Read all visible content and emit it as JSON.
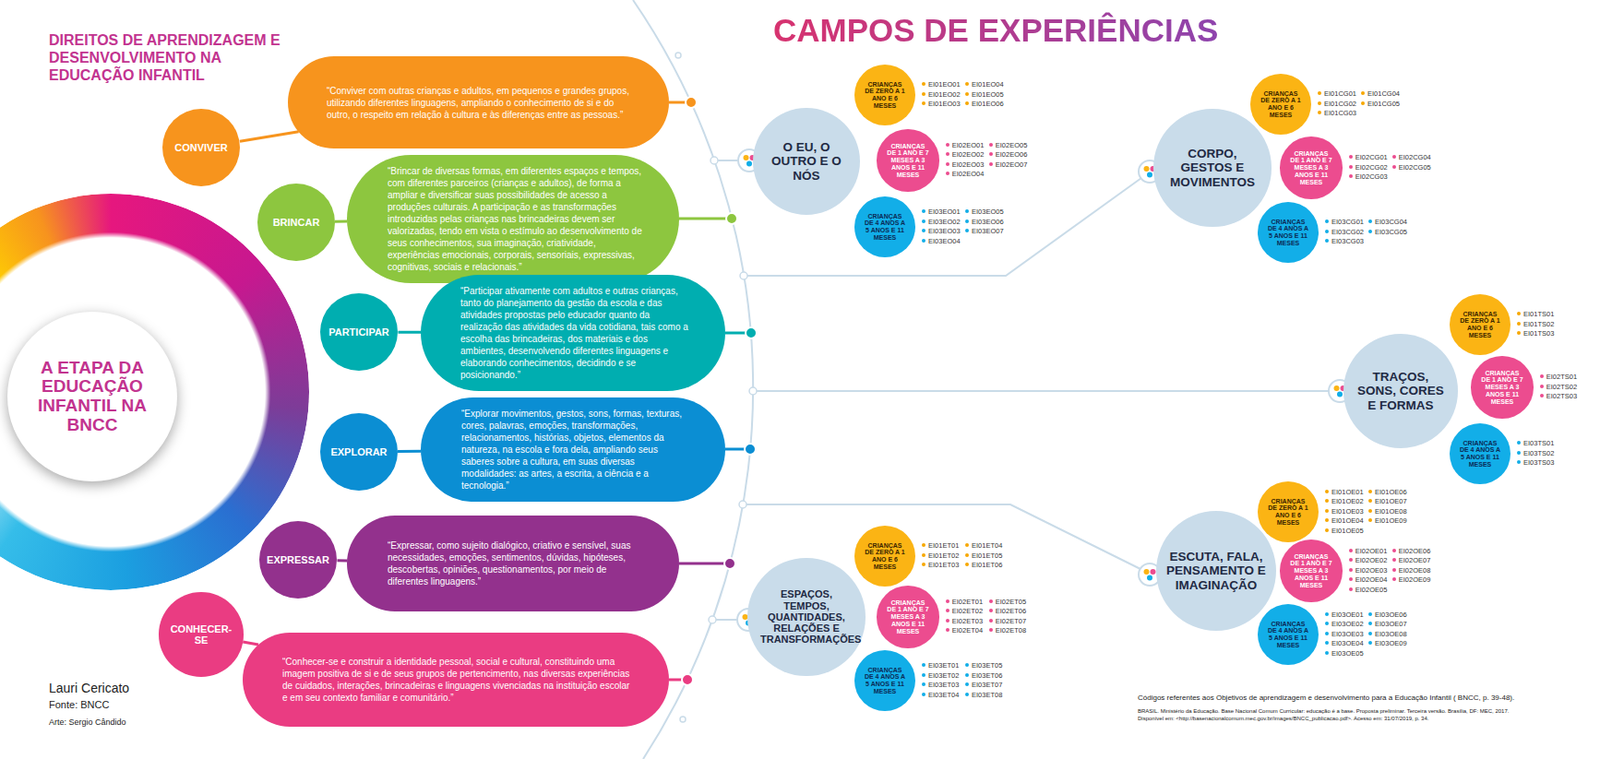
{
  "diagram": {
    "title": "CAMPOS DE EXPERIÊNCIAS",
    "caption": "Códigos referentes aos Objetivos de aprendizagem e desenvolvimento para a Educação Infantil ( BNCC, p. 39-48).",
    "nodes": [
      {
        "text": [
          "A ETAPA DA EDUCAÇÃO INFANTIL NA BNCC"
        ]
      },
      {
        "text": [
          "CONVIVER"
        ]
      },
      {
        "text": [
          "“Conviver com outras crianças e adultos, em pequenos e grandes grupos, utilizando diferentes linguagens, ampliando o conhecimento de si e do outro, o respeito em relação à cultura e às diferenças entre as pessoas.”"
        ]
      },
      {
        "text": [
          "BRINCAR"
        ]
      },
      {
        "text": [
          "“Brincar de diversas formas, em diferentes espaços e tempos, com diferentes parceiros (crianças e adultos), de forma a ampliar e diversificar suas possibilidades de acesso a produções culturais. A participação e as transformações introduzidas pelas crianças nas brincadeiras devem ser valorizadas, tendo em vista o estímulo ao desenvolvimento de seus conhecimentos, sua imaginação, criatividade, experiências emocionais, corporais, sensoriais, expressivas, cognitivas, sociais e relacionais.”"
        ]
      },
      {
        "text": [
          "PARTICIPAR"
        ]
      },
      {
        "text": [
          "“Participar ativamente com adultos e outras crianças, tanto do planejamento da gestão da escola e das atividades propostas pelo educador quanto da realização das atividades da vida cotidiana, tais como a escolha das brincadeiras, dos materiais e dos ambientes, desenvolvendo diferentes linguagens e elaborando conhecimentos, decidindo e se posicionando.”"
        ]
      },
      {
        "text": [
          "EXPLORAR"
        ]
      },
      {
        "text": [
          "“Explorar movimentos, gestos, sons, formas, texturas, cores, palavras, emoções, transformações, relacionamentos, histórias, objetos, elementos da natureza, na escola e fora dela, ampliando seus saberes sobre a cultura, em suas diversas modalidades: as artes, a escrita, a ciência e a tecnologia.”"
        ]
      },
      {
        "text": [
          "EXPRESSAR"
        ]
      },
      {
        "text": [
          "“Expressar, como sujeito dialógico, criativo e sensível, suas necessidades, emoções, sentimentos, dúvidas, hipóteses, descobertas, opiniões, questionamentos, por meio de diferentes linguagens.”"
        ]
      },
      {
        "text": [
          "CONHECER-SE"
        ]
      },
      {
        "text": [
          "“Conhecer-se e construir a identidade pessoal, social e cultural, constituindo uma imagem positiva de si e de seus grupos de pertencimento, nas diversas experiências de cuidados, interações, brincadeiras e linguagens vivenciadas na instituição escolar e em seu contexto familiar e comunitário.”"
        ]
      },
      {
        "text": [
          "O EU, O OUTRO E O NÓS"
        ]
      },
      {
        "text": [
          "CRIANÇAS DE ZERO A 1 ANO E 6 MESES"
        ]
      },
      {
        "text": [
          "CRIANÇAS DE 1 ANO E 7 MESES A 3 ANOS E 11 MESES"
        ]
      },
      {
        "text": [
          "CRIANÇAS DE 4 ANOS A 5 ANOS E 11 MESES"
        ]
      },
      {
        "text": [
          "CORPO, GESTOS E MOVIMENTOS"
        ]
      },
      {
        "text": [
          "CRIANÇAS DE ZERO A 1 ANO E 6 MESES"
        ]
      },
      {
        "text": [
          "CRIANÇAS DE 1 ANO E 7 MESES A 3 ANOS E 11 MESES"
        ]
      },
      {
        "text": [
          "CRIANÇAS DE 4 ANOS A 5 ANOS E 11 MESES"
        ]
      },
      {
        "text": [
          "TRAÇOS, SONS, CORES E FORMAS"
        ]
      },
      {
        "text": [
          "CRIANÇAS DE ZERO A 1 ANO E 6 MESES"
        ]
      },
      {
        "text": [
          "CRIANÇAS DE 1 ANO E 7 MESES A 3 ANOS E 11 MESES"
        ]
      },
      {
        "text": [
          "CRIANÇAS DE 4 ANOS A 5 ANOS E 11 MESES"
        ]
      },
      {
        "text": [
          "ESCUTA, FALA, PENSAMENTO E IMAGINAÇÃO"
        ]
      },
      {
        "text": [
          "CRIANÇAS DE ZERO A 1 ANO E 6 MESES"
        ]
      },
      {
        "text": [
          "CRIANÇAS DE 1 ANO E 7 MESES A 3 ANOS E 11 MESES"
        ]
      },
      {
        "text": [
          "CRIANÇAS DE 4 ANOS A 5 ANOS E 11 MESES"
        ]
      },
      {
        "text": [
          "ESPAÇOS, TEMPOS, QUANTIDADES, RELAÇÕES E TRANSFORMAÇÕES"
        ]
      },
      {
        "text": [
          "CRIANÇAS DE ZERO A 1 ANO E 6 MESES"
        ]
      },
      {
        "text": [
          "CRIANÇAS DE 1 ANO E 7 MESES A 3 ANOS E 11 MESES"
        ]
      },
      {
        "text": [
          "CRIANÇAS DE 4 ANOS A 5 ANOS E 11 MESES"
        ]
      }
    ],
    "edges": [
      {
        "from": 1,
        "to": 2,
        "arrow": "none"
      },
      {
        "from": 3,
        "to": 4,
        "arrow": "none"
      },
      {
        "from": 5,
        "to": 6,
        "arrow": "none"
      },
      {
        "from": 7,
        "to": 8,
        "arrow": "none"
      },
      {
        "from": 9,
        "to": 10,
        "arrow": "none"
      },
      {
        "from": 11,
        "to": 12,
        "arrow": "none"
      }
    ],
    "labels": [
      "DIREITOS DE APRENDIZAGEM E DESENVOLVIMENTO NA EDUCAÇÃO INFANTIL",
      "Lauri Cericato",
      "Fonte: BNCC",
      "Arte: Sergio Cândido",
      "BRASIL. Ministério da Educação. Base Nacional Comum Curricular: educação é a base. Proposta preliminar. Terceira versão. Brasília, DF: MEC, 2017. Disponível em: <http://basenacionalcomum.mec.gov.br/images/BNCC_publicacao.pdf>. Acesso em: 31/07/2019, p. 34.",
      "EI01EO01",
      "EI01EO02",
      "EI01EO03",
      "EI01EO04",
      "EI01EO05",
      "EI01EO06",
      "EI02EO01",
      "EI02EO02",
      "EI02EO03",
      "EI02EO04",
      "EI02EO05",
      "EI02EO06",
      "EI02EO07",
      "EI03EO01",
      "EI03EO02",
      "EI03EO03",
      "EI03EO04",
      "EI03EO05",
      "EI03EO06",
      "EI03EO07",
      "EI01CG01",
      "EI01CG02",
      "EI01CG03",
      "EI01CG04",
      "EI01CG05",
      "EI02CG01",
      "EI02CG02",
      "EI02CG03",
      "EI02CG04",
      "EI02CG05",
      "EI03CG01",
      "EI03CG02",
      "EI03CG03",
      "EI03CG04",
      "EI03CG05",
      "EI01TS01",
      "EI01TS02",
      "EI01TS03",
      "EI02TS01",
      "EI02TS02",
      "EI02TS03",
      "EI03TS01",
      "EI03TS02",
      "EI03TS03",
      "EI01OE01",
      "EI01OE02",
      "EI01OE03",
      "EI01OE04",
      "EI01OE05",
      "EI01OE06",
      "EI01OE07",
      "EI01OE08",
      "EI01OE09",
      "EI02OE01",
      "EI02OE02",
      "EI02OE03",
      "EI02OE04",
      "EI02OE05",
      "EI02OE06",
      "EI02OE07",
      "EI02OE08",
      "EI02OE09",
      "EI03OE01",
      "EI03OE02",
      "EI03OE03",
      "EI03OE04",
      "EI03OE05",
      "EI03OE06",
      "EI03OE07",
      "EI03OE08",
      "EI03OE09",
      "EI01ET01",
      "EI01ET02",
      "EI01ET03",
      "EI01ET04",
      "EI01ET05",
      "EI01ET06",
      "EI02ET01",
      "EI02ET02",
      "EI02ET03",
      "EI02ET04",
      "EI02ET05",
      "EI02ET06",
      "EI02ET07",
      "EI02ET08",
      "EI03ET01",
      "EI03ET02",
      "EI03ET03",
      "EI03ET04",
      "EI03ET05",
      "EI03ET06",
      "EI03ET07",
      "EI03ET08"
    ]
  }
}
